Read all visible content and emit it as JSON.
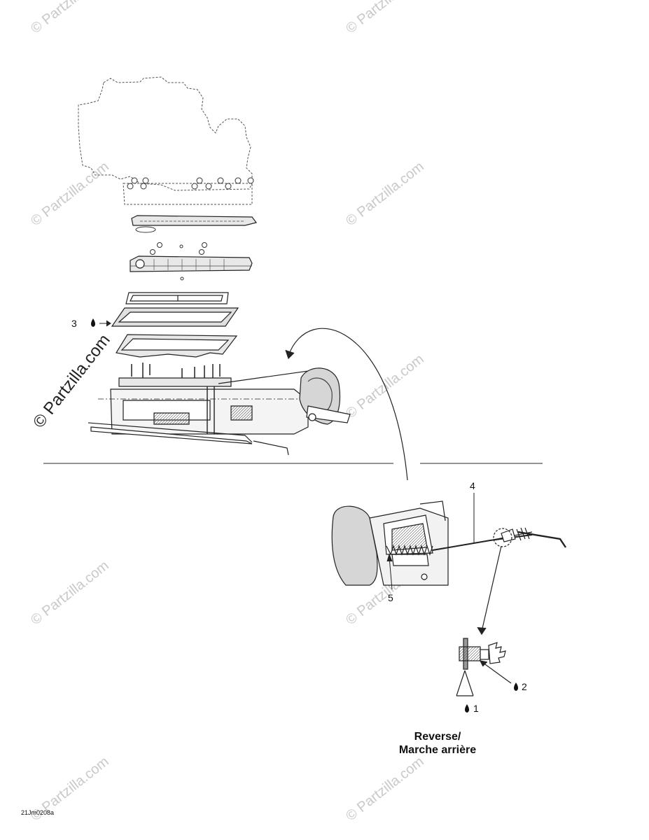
{
  "watermarks": {
    "partzilla_text": "© Partzilla.com"
  },
  "callouts": {
    "c1": "1",
    "c2": "2",
    "c3": "3",
    "c4": "4",
    "c5": "5"
  },
  "caption": {
    "line1": "Reverse/",
    "line2": "Marche arrière"
  },
  "figure_ref": "21Jm0208a",
  "icons": {
    "lubricant_drop": "drop-icon"
  },
  "colors": {
    "line": "#222222",
    "shade": "#e8e8e8",
    "watermark": "#c9c9c9"
  }
}
